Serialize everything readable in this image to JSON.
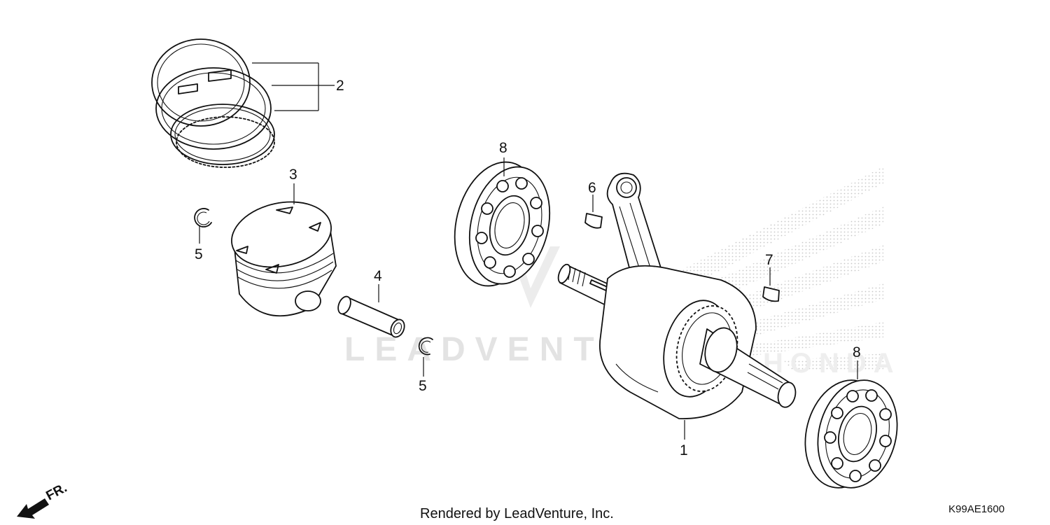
{
  "diagram": {
    "callouts": [
      {
        "id": "crankshaft",
        "label": "1"
      },
      {
        "id": "piston-rings",
        "label": "2"
      },
      {
        "id": "piston",
        "label": "3"
      },
      {
        "id": "piston-pin",
        "label": "4"
      },
      {
        "id": "clip-left",
        "label": "5"
      },
      {
        "id": "clip-right",
        "label": "5"
      },
      {
        "id": "key-left",
        "label": "6"
      },
      {
        "id": "key-right",
        "label": "7"
      },
      {
        "id": "bearing-top",
        "label": "8"
      },
      {
        "id": "bearing-bottom",
        "label": "8"
      }
    ],
    "watermark": "LEADVENTURE",
    "watermark_brand": "HONDA",
    "front_indicator": "FR.",
    "footer": "Rendered by LeadVenture, Inc.",
    "diagram_code": "K99AE1600"
  }
}
